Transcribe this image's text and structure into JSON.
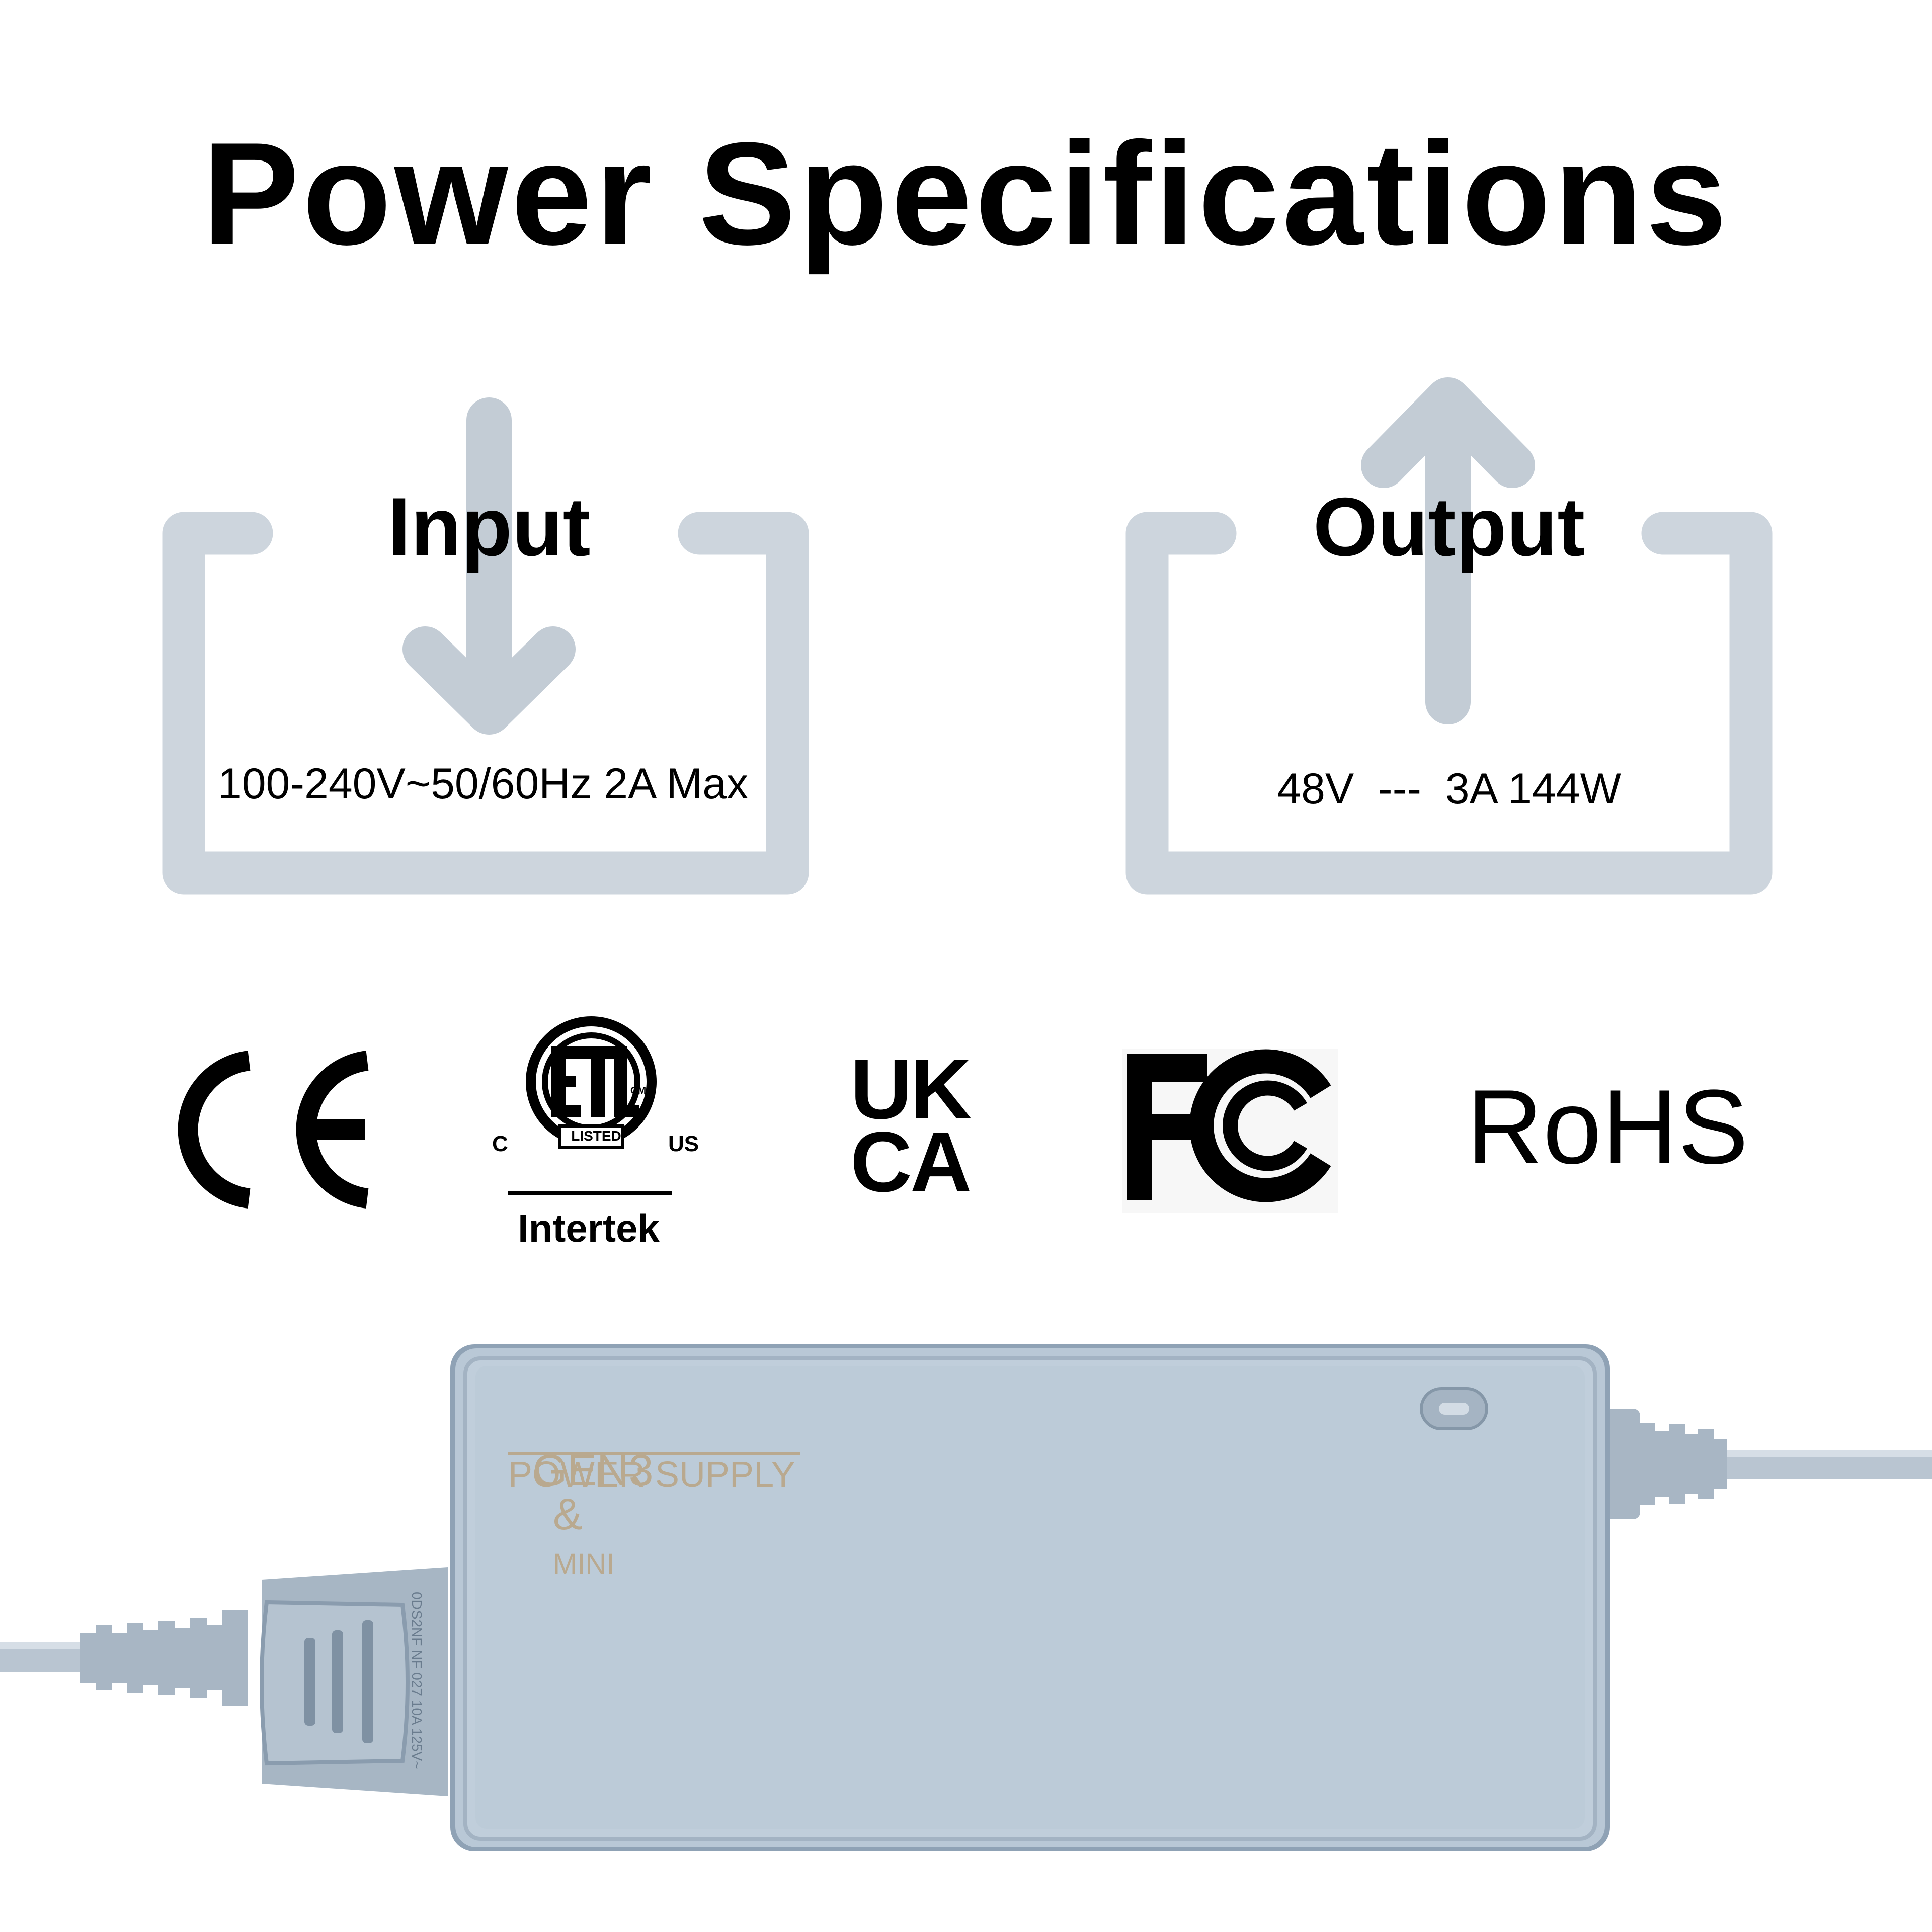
{
  "title": "Power Specifications",
  "input": {
    "label": "Input",
    "value": "100-240V~50/60Hz 2A Max"
  },
  "output": {
    "label": "Output",
    "value": "48V  ---  3A 144W"
  },
  "certifications": {
    "ce": "CE",
    "etl_main": "ETL",
    "etl_c": "C",
    "etl_us": "US",
    "etl_cm": "CM",
    "etl_listed": "LISTED",
    "etl_brand": "Intertek",
    "ukca_line1": "UK",
    "ukca_line2": "CA",
    "fcc": "FC",
    "rohs": "RoHS"
  },
  "device": {
    "brand_line1": "GEN3",
    "brand_amp": "&",
    "brand_mini": "MINI",
    "brand_line2": "POWER SUPPLY",
    "plug_text": "0DS2NF NF 027 10A 125V~"
  },
  "colors": {
    "frame": "#cdd5dd",
    "arrow": "#c3ccd5",
    "device_body": "#b9c8d6",
    "device_edge": "#8fa2b5",
    "text_dark": "#000000",
    "brand_text": "#b9a98f"
  },
  "icons": [
    "input-arrow-icon",
    "output-arrow-icon",
    "ce-mark-icon",
    "etl-mark-icon",
    "ukca-mark-icon",
    "fcc-mark-icon"
  ]
}
